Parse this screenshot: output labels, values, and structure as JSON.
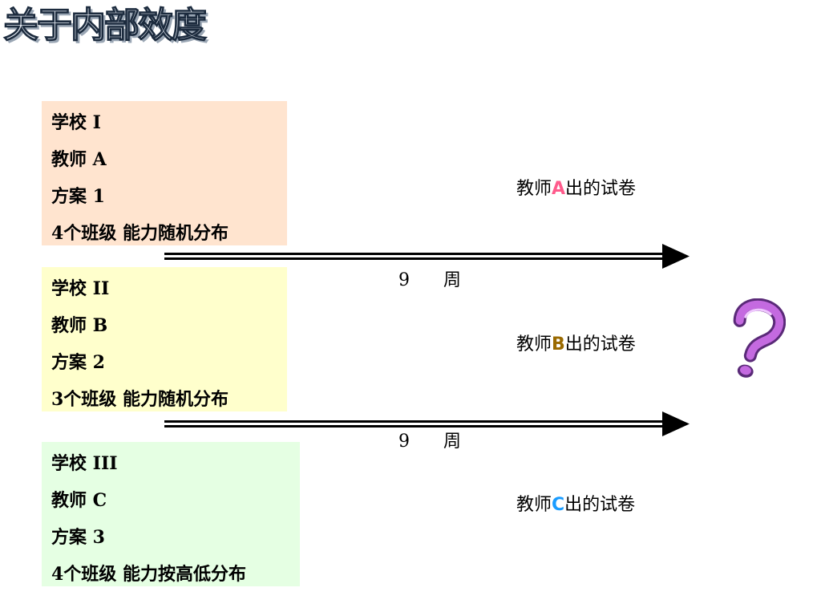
{
  "title": "关于内部效度",
  "groups": [
    {
      "lines": [
        "学校 I",
        "教师 A",
        "方案 1",
        "4个班级  能力随机分布"
      ],
      "paper_prefix": "教师",
      "paper_letter": "A",
      "paper_suffix": "出的试卷",
      "letter_color": "#ff5b8c"
    },
    {
      "lines": [
        "学校 II",
        "教师 B",
        "方案 2",
        "3个班级  能力随机分布"
      ],
      "paper_prefix": "教师",
      "paper_letter": "B",
      "paper_suffix": "出的试卷",
      "letter_color": "#9a6a00"
    },
    {
      "lines": [
        "学校 III",
        "教师 C",
        "方案 3",
        "4个班级  能力按高低分布"
      ],
      "paper_prefix": "教师",
      "paper_letter": "C",
      "paper_suffix": "出的试卷",
      "letter_color": "#1a9cff"
    }
  ],
  "arrows": [
    {
      "count": "9",
      "unit": "周"
    },
    {
      "count": "9",
      "unit": "周"
    }
  ],
  "colors": {
    "box_1_bg": "#ffe4cf",
    "box_2_bg": "#ffffcc",
    "box_3_bg": "#e5ffe3",
    "question_mark": "#b45ad6"
  },
  "icons": {
    "question": "question-mark-icon"
  }
}
